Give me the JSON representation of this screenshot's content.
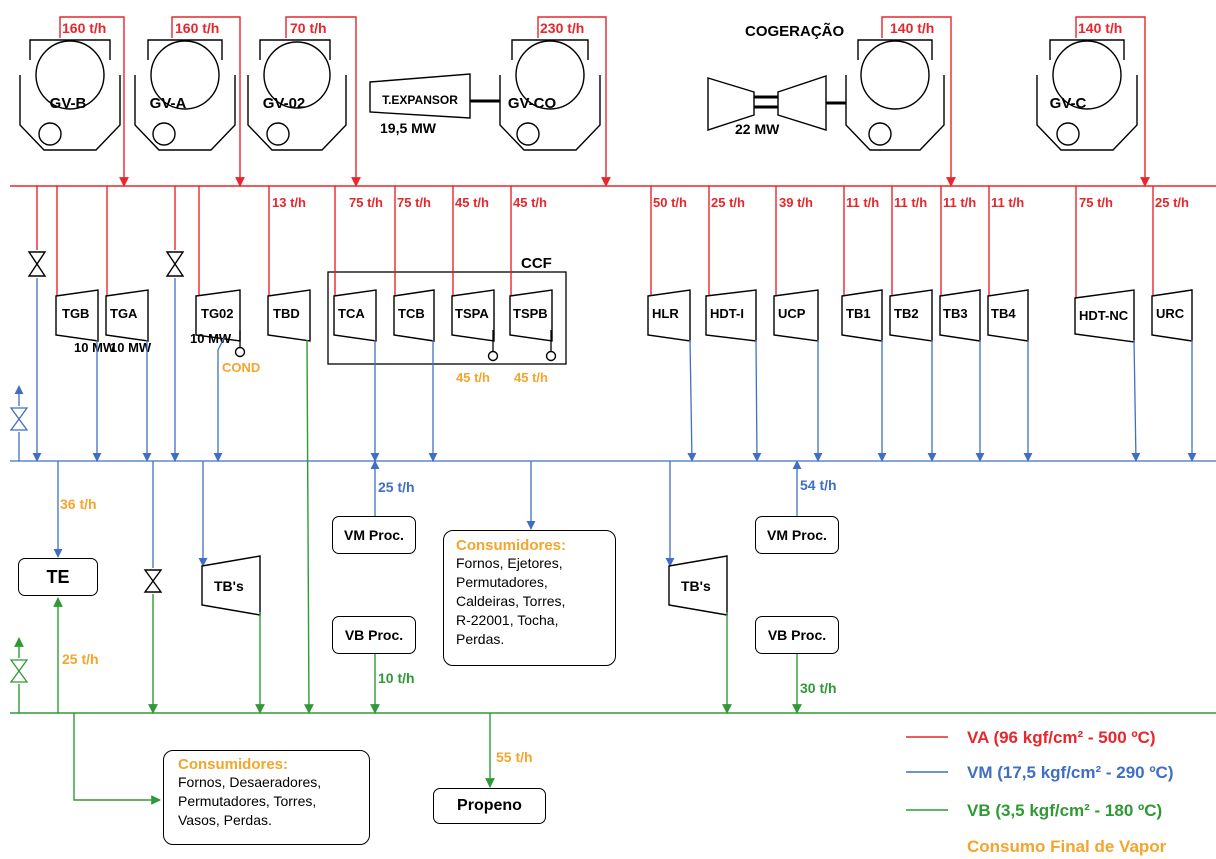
{
  "colors": {
    "va": "#e8262c",
    "vm": "#3f6fc4",
    "vb": "#2f9a35",
    "final": "#f4a52c"
  },
  "title": "COGERAÇÃO",
  "generators": [
    {
      "id": "GV-B",
      "flow": "160 t/h"
    },
    {
      "id": "GV-A",
      "flow": "160 t/h"
    },
    {
      "id": "GV-02",
      "flow": "70 t/h"
    },
    {
      "id": "GV-CO",
      "flow": "230 t/h"
    },
    {
      "id": "",
      "flow": "140 t/h"
    },
    {
      "id": "GV-C",
      "flow": "140 t/h"
    }
  ],
  "expander": {
    "label": "T.EXPANSOR",
    "power": "19,5 MW"
  },
  "gas_turbine": {
    "power": "22 MW"
  },
  "turbines": [
    {
      "id": "TGB",
      "flow": "",
      "power": "10 MW"
    },
    {
      "id": "TGA",
      "flow": "",
      "power": "10 MW"
    },
    {
      "id": "TG02",
      "flow": "",
      "power": "10 MW",
      "cond": "COND"
    },
    {
      "id": "TBD",
      "flow": "13 t/h"
    },
    {
      "id": "TCA",
      "flow": "75 t/h"
    },
    {
      "id": "TCB",
      "flow": "75 t/h"
    },
    {
      "id": "TSPA",
      "flow": "45 t/h",
      "cond_flow": "45 t/h"
    },
    {
      "id": "TSPB",
      "flow": "45 t/h",
      "cond_flow": "45 t/h"
    },
    {
      "id": "HLR",
      "flow": "50 t/h"
    },
    {
      "id": "HDT-I",
      "flow": "25 t/h"
    },
    {
      "id": "UCP",
      "flow": "39 t/h"
    },
    {
      "id": "TB1",
      "flow": "11 t/h"
    },
    {
      "id": "TB2",
      "flow": "11 t/h"
    },
    {
      "id": "TB3",
      "flow": "11 t/h"
    },
    {
      "id": "TB4",
      "flow": "11 t/h"
    },
    {
      "id": "HDT-NC",
      "flow": "75 t/h"
    },
    {
      "id": "URC",
      "flow": "25 t/h"
    }
  ],
  "ccf_label": "CCF",
  "te": {
    "label": "TE",
    "vm_flow": "36 t/h",
    "vb_flow": "25 t/h"
  },
  "tbs_label": "TB's",
  "vm_proc": {
    "label": "VM Proc.",
    "left_flow": "25 t/h",
    "right_flow": "54 t/h"
  },
  "vb_proc": {
    "label": "VB Proc.",
    "left_flow": "10 t/h",
    "right_flow": "30 t/h"
  },
  "consumers_vm": {
    "title": "Consumidores:",
    "lines": [
      "Fornos, Ejetores,",
      "Permutadores,",
      "Caldeiras, Torres,",
      "R-22001, Tocha,",
      "Perdas."
    ]
  },
  "consumers_vb": {
    "title": "Consumidores:",
    "lines": [
      "Fornos, Desaeradores,",
      "Permutadores, Torres,",
      "Vasos, Perdas."
    ]
  },
  "propeno": {
    "label": "Propeno",
    "flow": "55 t/h"
  },
  "legend": {
    "va": "VA (96 kgf/cm² - 500 ºC)",
    "vm": "VM (17,5 kgf/cm² - 290 ºC)",
    "vb": "VB (3,5 kgf/cm² - 180 ºC)",
    "final": "Consumo Final de Vapor"
  }
}
